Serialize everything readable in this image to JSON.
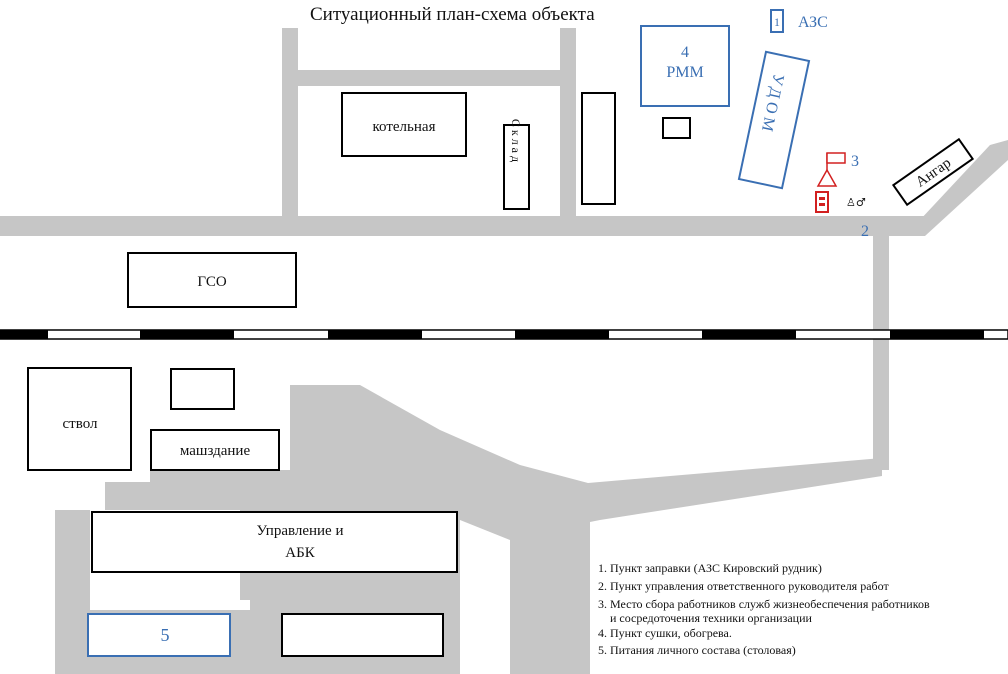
{
  "title": "Ситуационный план-схема объекта",
  "buildings": {
    "azs": "АЗС",
    "azs_marker": "1",
    "rmm_number": "4",
    "rmm": "РММ",
    "udom": "УДОМ",
    "kotelnaya": "котельная",
    "sklad": "Склад",
    "angar": "Ангар",
    "gso": "ГСО",
    "stvol": "ствол",
    "mashzdanie": "машздание",
    "abk_line1": "Управление и",
    "abk_line2": "АБК",
    "canteen_number": "5"
  },
  "markers": {
    "point2": "2",
    "point3": "3"
  },
  "legend": {
    "items": [
      "1. Пункт заправки (АЗС Кировский рудник)",
      "2. Пункт управления ответственного руководителя работ",
      "3. Место сбора работников служб жизнеобеспечения работников",
      "и сосредоточения техники организации",
      "4. Пункт сушки, обогрева.",
      "5. Питания личного состава (столовая)"
    ]
  },
  "colors": {
    "road": "#c6c6c6",
    "blue": "#3a6fb3",
    "red": "#d22020"
  }
}
